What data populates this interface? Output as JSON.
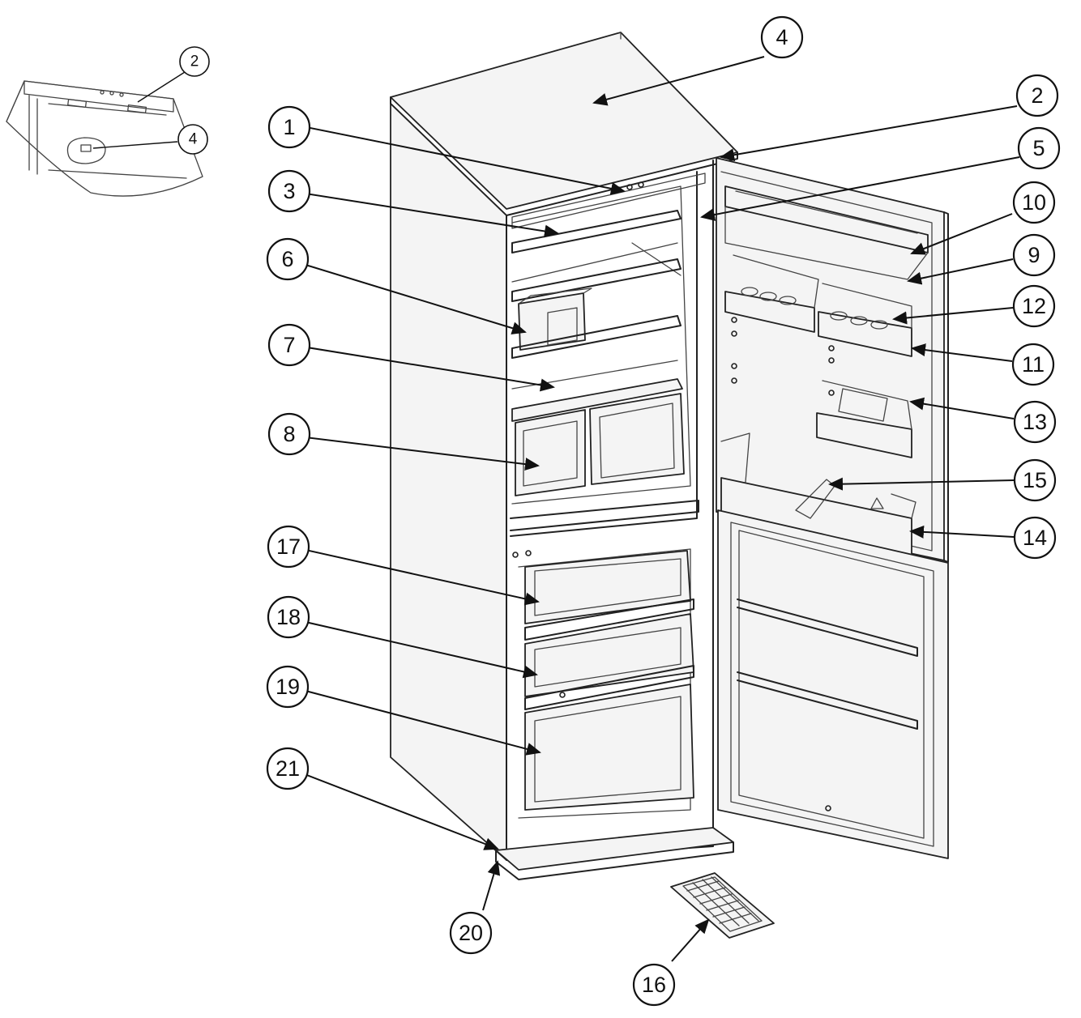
{
  "inset": {
    "callouts": [
      {
        "label": "2"
      },
      {
        "label": "4"
      }
    ]
  },
  "callouts": [
    {
      "label": "1"
    },
    {
      "label": "2"
    },
    {
      "label": "3"
    },
    {
      "label": "4"
    },
    {
      "label": "5"
    },
    {
      "label": "6"
    },
    {
      "label": "7"
    },
    {
      "label": "8"
    },
    {
      "label": "9"
    },
    {
      "label": "10"
    },
    {
      "label": "11"
    },
    {
      "label": "12"
    },
    {
      "label": "13"
    },
    {
      "label": "14"
    },
    {
      "label": "15"
    },
    {
      "label": "16"
    },
    {
      "label": "17"
    },
    {
      "label": "18"
    },
    {
      "label": "19"
    },
    {
      "label": "20"
    },
    {
      "label": "21"
    }
  ]
}
